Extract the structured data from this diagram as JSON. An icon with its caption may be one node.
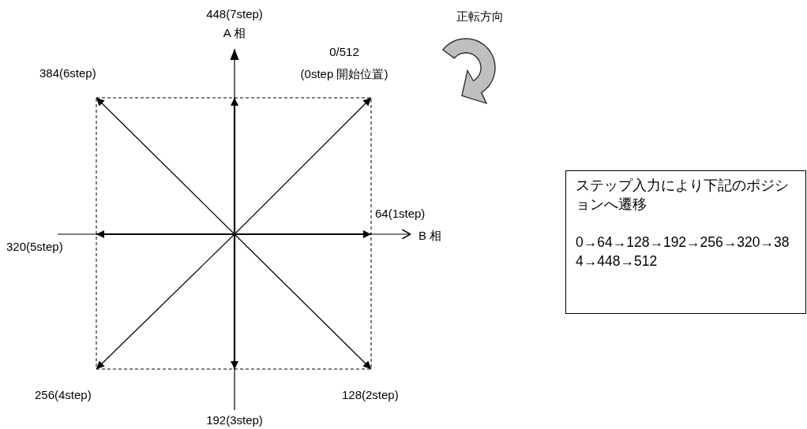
{
  "diagram": {
    "nodes": [
      {
        "text": [
          "ステップ入力により下記のポジションへ遷移",
          "0→64→128→192→256→320→384→448→512"
        ]
      }
    ],
    "labels": [
      "448(7step)",
      "A 相",
      "正転方向",
      "0/512",
      "(0step 開始位置)",
      "384(6step)",
      "64(1step)",
      "B 相",
      "320(5step)",
      "256(4step)",
      "192(3step)",
      "128(2step)"
    ]
  }
}
